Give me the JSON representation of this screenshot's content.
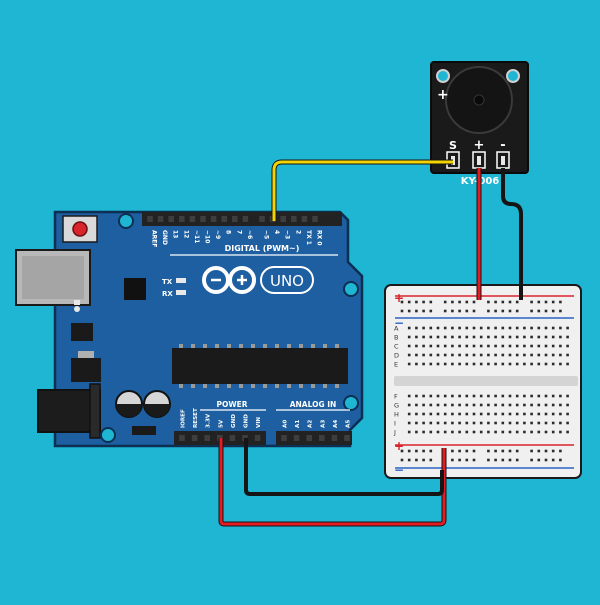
{
  "colors": {
    "background": "#1fb6d4",
    "board": "#1d5fa0",
    "board_edge": "#0d2f52",
    "header": "#222222",
    "wire_signal": "#f2d400",
    "wire_power": "#e31b23",
    "wire_ground": "#151515",
    "breadboard": "#f0f0f0",
    "rail_plus": "#d9242b",
    "rail_minus": "#2a63c4"
  },
  "arduino": {
    "digital_title": "DIGITAL (PWM~)",
    "uno": "UNO",
    "tx": "TX",
    "rx": "RX",
    "power_title": "POWER",
    "analog_title": "ANALOG IN",
    "top_pins": [
      "AREF",
      "GND",
      "13",
      "12",
      "~11",
      "~10",
      "~9",
      "8",
      "7",
      "~6",
      "~5",
      "4",
      "~3",
      "2",
      "TX 1",
      "RX 0"
    ],
    "power_pins": [
      "IOREF",
      "RESET",
      "3.3V",
      "5V",
      "GND",
      "GND",
      "VIN"
    ],
    "analog_pins": [
      "A0",
      "A1",
      "A2",
      "A3",
      "A4",
      "A5"
    ]
  },
  "buzzer": {
    "plus_mark": "+",
    "pin_s": "S",
    "pin_plus": "+",
    "pin_minus": "-",
    "model": "KY-006"
  },
  "breadboard": {
    "plus_top": "+",
    "minus_top": "−",
    "plus_bottom": "+",
    "minus_bottom": "−",
    "rows_top": [
      "A",
      "B",
      "C",
      "D",
      "E"
    ],
    "rows_bottom": [
      "F",
      "G",
      "H",
      "I",
      "J"
    ]
  },
  "icons": [
    "arduino-infinity-logo-icon",
    "reset-button-icon",
    "buzzer-icon"
  ]
}
